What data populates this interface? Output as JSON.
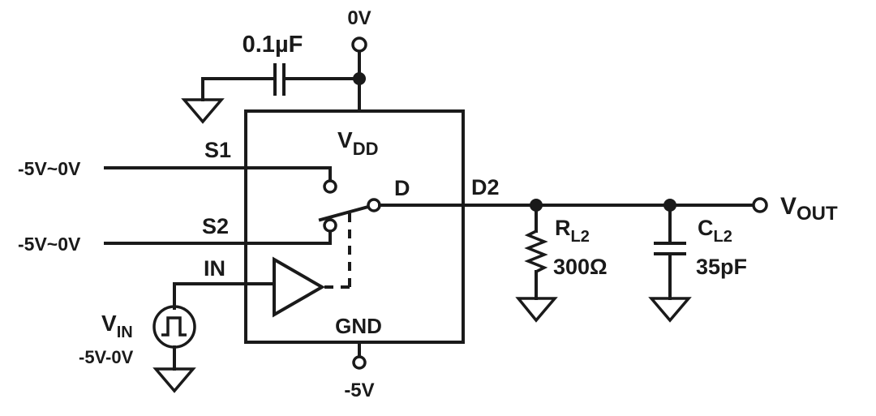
{
  "labels": {
    "vdd_supply": "0V",
    "bypass_cap": "0.1µF",
    "vdd_main": "V",
    "vdd_sub": "DD",
    "s1": "S1",
    "s2": "S2",
    "d": "D",
    "in": "IN",
    "gnd": "GND",
    "gnd_supply": "-5V",
    "s1_range": "-5V~0V",
    "s2_range": "-5V~0V",
    "d2": "D2",
    "rl_main": "R",
    "rl_sub": "L2",
    "rl_value": "300Ω",
    "cl_main": "C",
    "cl_sub": "L2",
    "cl_value": "35pF",
    "vout_main": "V",
    "vout_sub": "OUT",
    "vin_main": "V",
    "vin_sub": "IN",
    "vin_range": "-5V-0V"
  }
}
